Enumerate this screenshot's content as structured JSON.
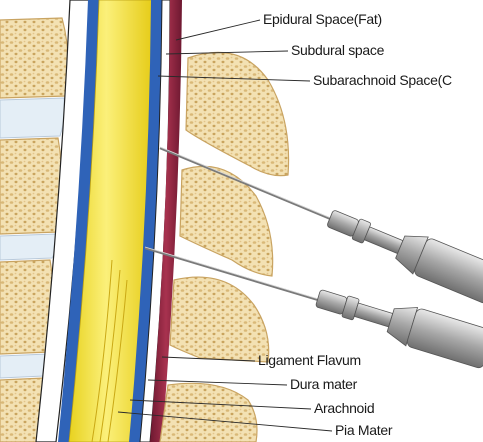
{
  "labels": {
    "epidural_space": "Epidural Space(Fat)",
    "subdural_space": "Subdural space",
    "subarachnoid_space": "Subarachnoid Space(C",
    "ligament_flavum": "Ligament Flavum",
    "dura_mater": "Dura mater",
    "arachnoid": "Arachnoid",
    "pia_mater": "Pia Mater"
  },
  "colors": {
    "spinal_cord": "#f2e23a",
    "pia_arachnoid_blue": "#2f63b8",
    "ligament_flavum": "#8e1f3c",
    "bone": "#f3e1b3",
    "bone_pores": "#d9b877",
    "disc": "#e4eef6",
    "needle_metal": "#9c9c9c"
  },
  "icons": [
    "vertebra-shape",
    "needle-icon",
    "syringe-hub-icon"
  ]
}
